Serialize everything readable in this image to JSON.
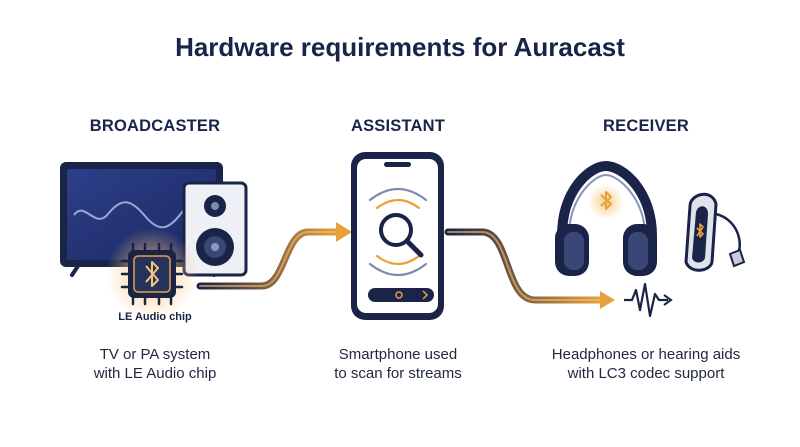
{
  "title": "Hardware requirements for Auracast",
  "columns": [
    {
      "heading": "BROADCASTER",
      "caption_line1": "TV or PA system",
      "caption_line2": "with LE Audio chip"
    },
    {
      "heading": "ASSISTANT",
      "caption_line1": "Smartphone used",
      "caption_line2": "to scan for streams"
    },
    {
      "heading": "RECEIVER",
      "caption_line1": "Headphones or hearing aids",
      "caption_line2": "with LC3 codec support"
    }
  ],
  "chip_label": "LE Audio chip",
  "icons": {
    "broadcaster": [
      "tv-icon",
      "speaker-icon",
      "bluetooth-chip-icon"
    ],
    "assistant": [
      "smartphone-icon",
      "magnifier-icon",
      "search-bar-icon"
    ],
    "receiver": [
      "headphones-icon",
      "hearing-aid-icon",
      "bluetooth-icon",
      "audio-wave-icon"
    ],
    "connectors": [
      "arrow-broadcaster-to-assistant",
      "arrow-assistant-to-receiver"
    ]
  },
  "colors": {
    "navy": "#1a2448",
    "orange": "#e8a03a",
    "glow": "#f6c77a"
  }
}
